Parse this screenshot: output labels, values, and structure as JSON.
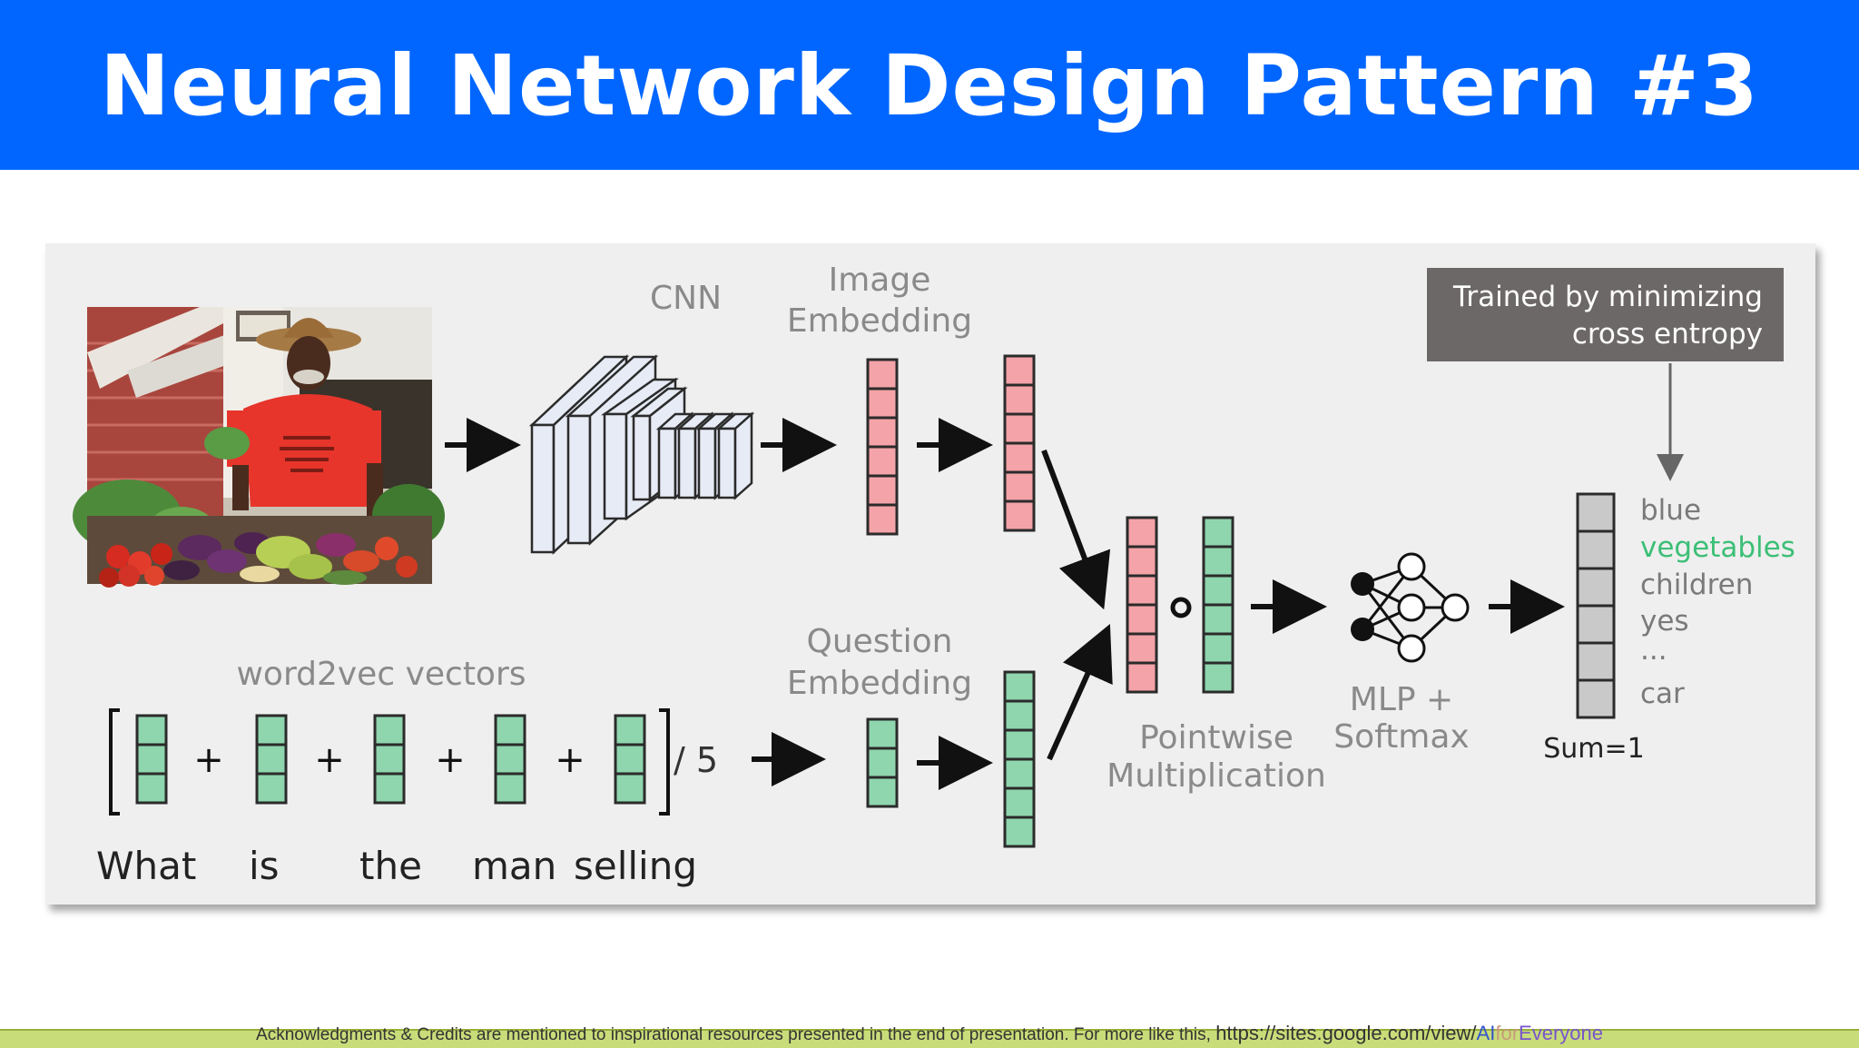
{
  "title": "Neural Network Design Pattern #3",
  "diagram": {
    "cnn_label": "CNN",
    "image_embedding_label": [
      "Image",
      "Embedding"
    ],
    "question_embedding_label": [
      "Question",
      "Embedding"
    ],
    "word2vec_label": "word2vec vectors",
    "divide_by": "/ 5",
    "plus_sign": "+",
    "words": [
      "What",
      "is",
      "the",
      "man",
      "selling"
    ],
    "pointwise_label": [
      "Pointwise",
      "Multiplication"
    ],
    "mlp_label": [
      "MLP +",
      "Softmax"
    ],
    "sum_label": "Sum=1",
    "training_note": [
      "Trained by minimizing",
      "cross entropy"
    ],
    "answers": [
      {
        "text": "blue",
        "highlight": false
      },
      {
        "text": "vegetables",
        "highlight": true
      },
      {
        "text": "children",
        "highlight": false
      },
      {
        "text": "yes",
        "highlight": false
      },
      {
        "text": "...",
        "highlight": false
      },
      {
        "text": "car",
        "highlight": false
      }
    ],
    "colors": {
      "image_vector": "#f4a3a8",
      "question_vector": "#8fd6ae",
      "output_vector": "#c9c9c9",
      "highlight_answer": "#3cbf76",
      "note_box": "#6d6868",
      "panel": "#efefef"
    }
  },
  "footer": {
    "text": "Acknowledgments & Credits are mentioned to inspirational resources presented in the end of presentation.  For more like this, ",
    "url_prefix": "https://sites.google.com/view/",
    "url_ai": "AI",
    "url_for": "for",
    "url_everyone": "Everyone"
  }
}
